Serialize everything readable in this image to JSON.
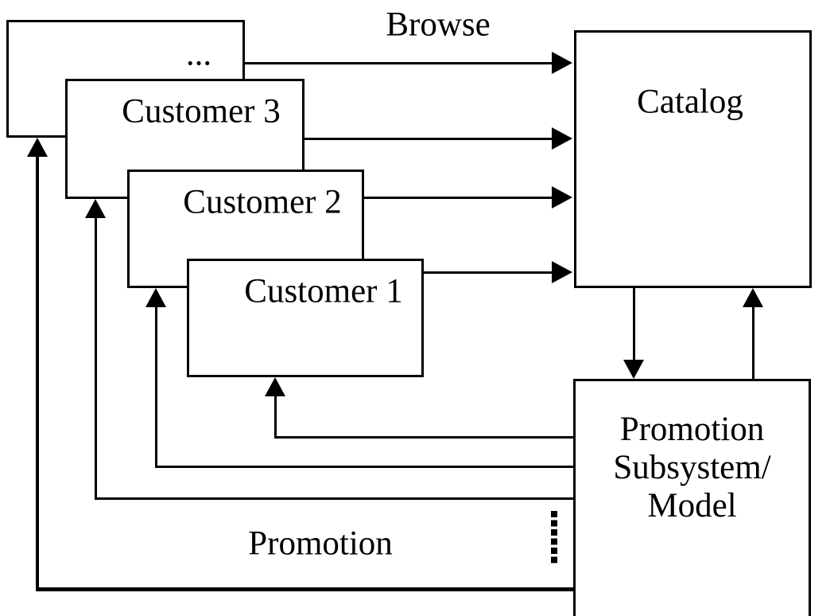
{
  "diagram": {
    "background_color": "#ffffff",
    "line_color": "#000000",
    "boxes": {
      "more": {
        "label": "..."
      },
      "customer3": {
        "label": "Customer 3"
      },
      "customer2": {
        "label": "Customer 2"
      },
      "customer1": {
        "label": "Customer 1"
      },
      "catalog": {
        "label": "Catalog"
      },
      "promotion_subsystem": {
        "label_lines": [
          "Promotion",
          "Subsystem/",
          "Model"
        ]
      }
    },
    "edge_labels": {
      "browse": "Browse",
      "promotion": "Promotion"
    },
    "edges": [
      "more-box -> catalog",
      "customer3 -> catalog",
      "customer2 -> catalog",
      "customer1 -> catalog",
      "catalog -> promotion-subsystem",
      "promotion-subsystem -> catalog",
      "promotion-subsystem -> customer1",
      "promotion-subsystem -> customer2",
      "promotion-subsystem -> customer3",
      "promotion-subsystem -> more-box"
    ]
  }
}
